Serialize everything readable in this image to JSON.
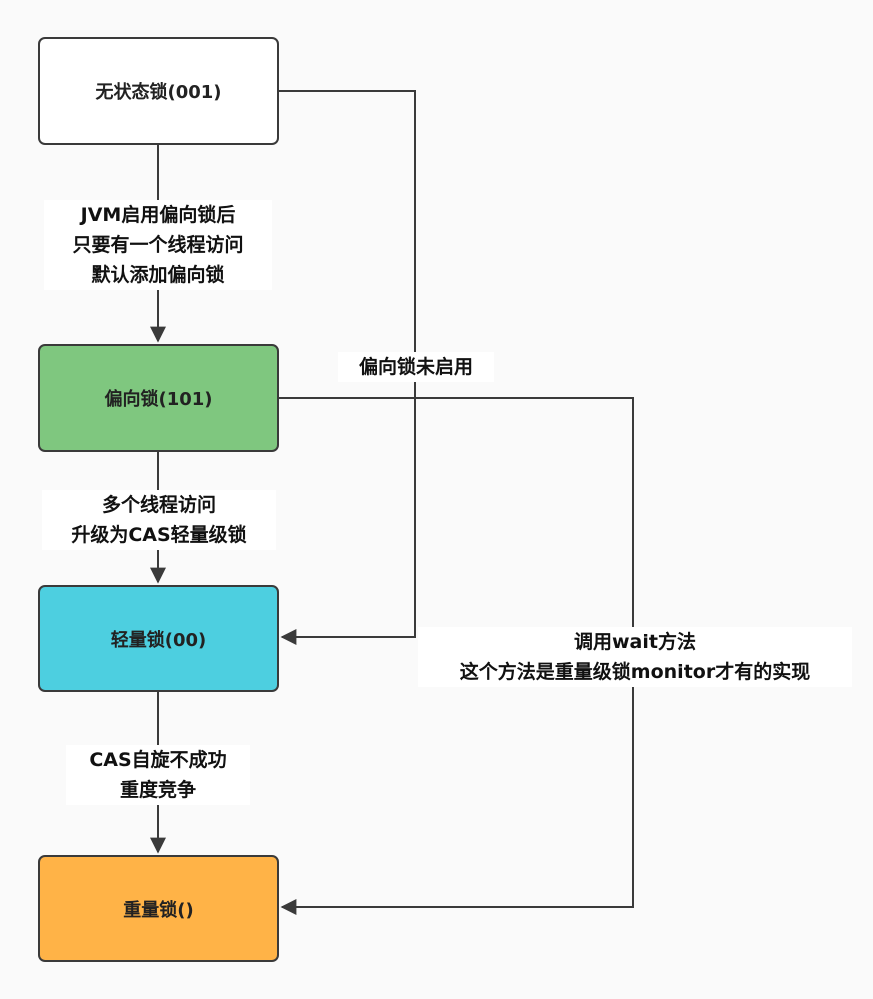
{
  "nodes": {
    "stateless": {
      "label": "无状态锁(001)",
      "color": "#ffffff"
    },
    "biased": {
      "label": "偏向锁(101)",
      "color": "#7fc77f"
    },
    "lightweight": {
      "label": "轻量锁(00)",
      "color": "#4dcfe0"
    },
    "heavyweight": {
      "label": "重量锁()",
      "color": "#ffb347"
    }
  },
  "edges": {
    "stateless_to_biased": [
      "JVM启用偏向锁后",
      "只要有一个线程访问",
      "默认添加偏向锁"
    ],
    "biased_to_lightweight": [
      "多个线程访问",
      "升级为CAS轻量级锁"
    ],
    "lightweight_to_heavyweight": [
      "CAS自旋不成功",
      "重度竞争"
    ],
    "stateless_to_lightweight": [
      "偏向锁未启用"
    ],
    "biased_to_heavyweight": [
      "调用wait方法",
      "这个方法是重量级锁monitor才有的实现"
    ]
  }
}
